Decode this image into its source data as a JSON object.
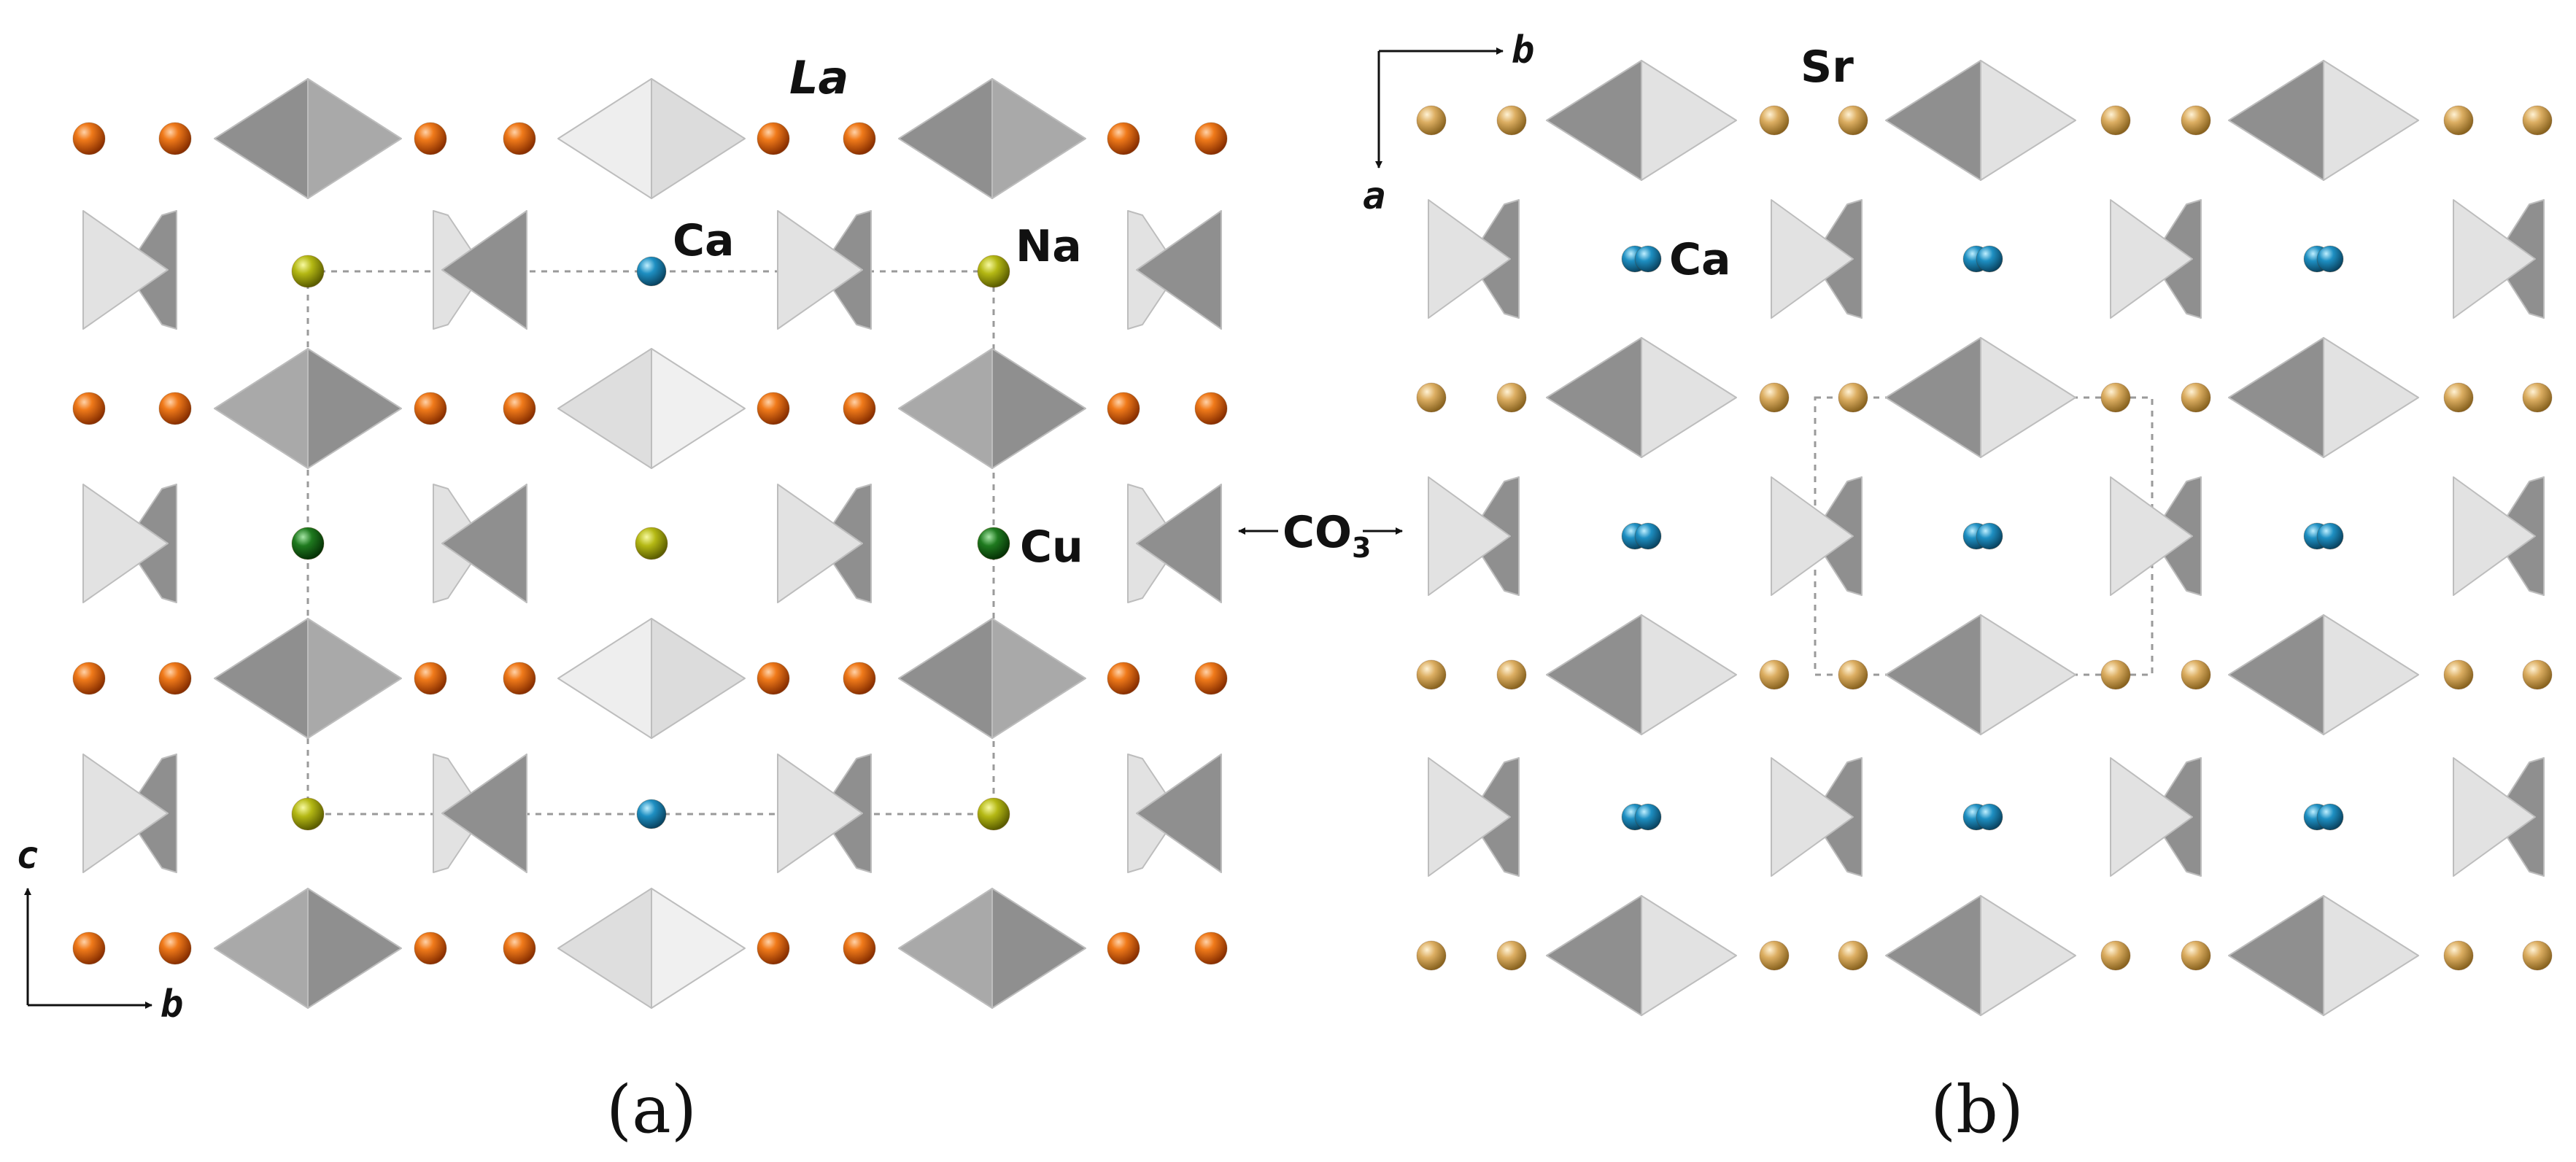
{
  "colors": {
    "la": "#e8630a",
    "sr": "#d7a85a",
    "ca": "#1b86b8",
    "na": "#b4b814",
    "cu": "#1b6b1b",
    "poly_dark": "#8f8f8f",
    "poly_mid": "#a9a9a9",
    "poly_light": "#e6e6e6",
    "poly_edge": "#bdbdbd"
  },
  "panel_a": {
    "caption": "(a)",
    "axis_vertical": "c",
    "axis_horizontal": "b",
    "labels": {
      "la": "La",
      "ca": "Ca",
      "na": "Na",
      "cu": "Cu"
    }
  },
  "panel_b": {
    "caption": "(b)",
    "axis_horizontal": "b",
    "axis_vertical": "a",
    "labels": {
      "sr": "Sr",
      "ca": "Ca"
    }
  },
  "co3": {
    "main": "CO",
    "subscript": "3"
  }
}
